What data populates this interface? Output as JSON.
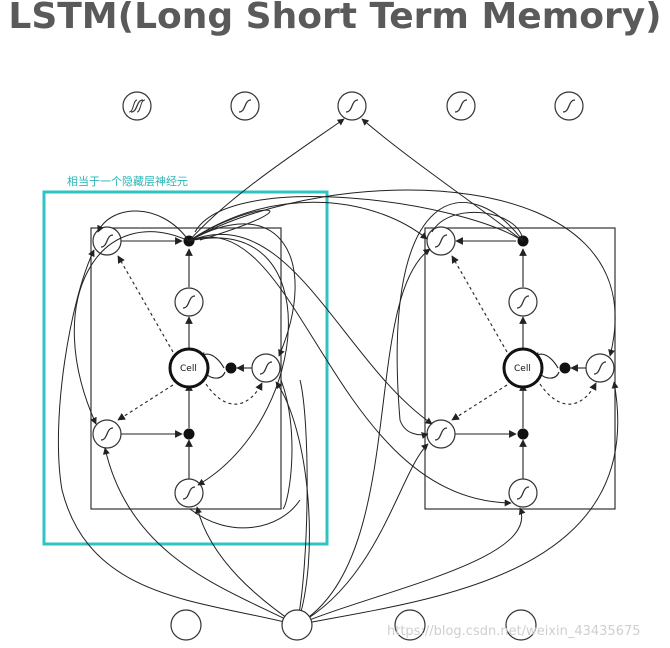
{
  "title": "LSTM(Long Short Term Memory)",
  "hidden_neuron_label": "相当于一个隐藏层神经元",
  "cell_labels": [
    "Cell",
    "Cell"
  ],
  "watermark": "https://blog.csdn.net/weixin_43435675",
  "colors": {
    "title": "#5a5a5a",
    "highlight_box": "#2ec4c4",
    "lines": "#222222"
  },
  "icons": {
    "sigmoid_node": "s-curve-circle",
    "multiply_node": "filled-dot",
    "input_node": "empty-circle"
  }
}
